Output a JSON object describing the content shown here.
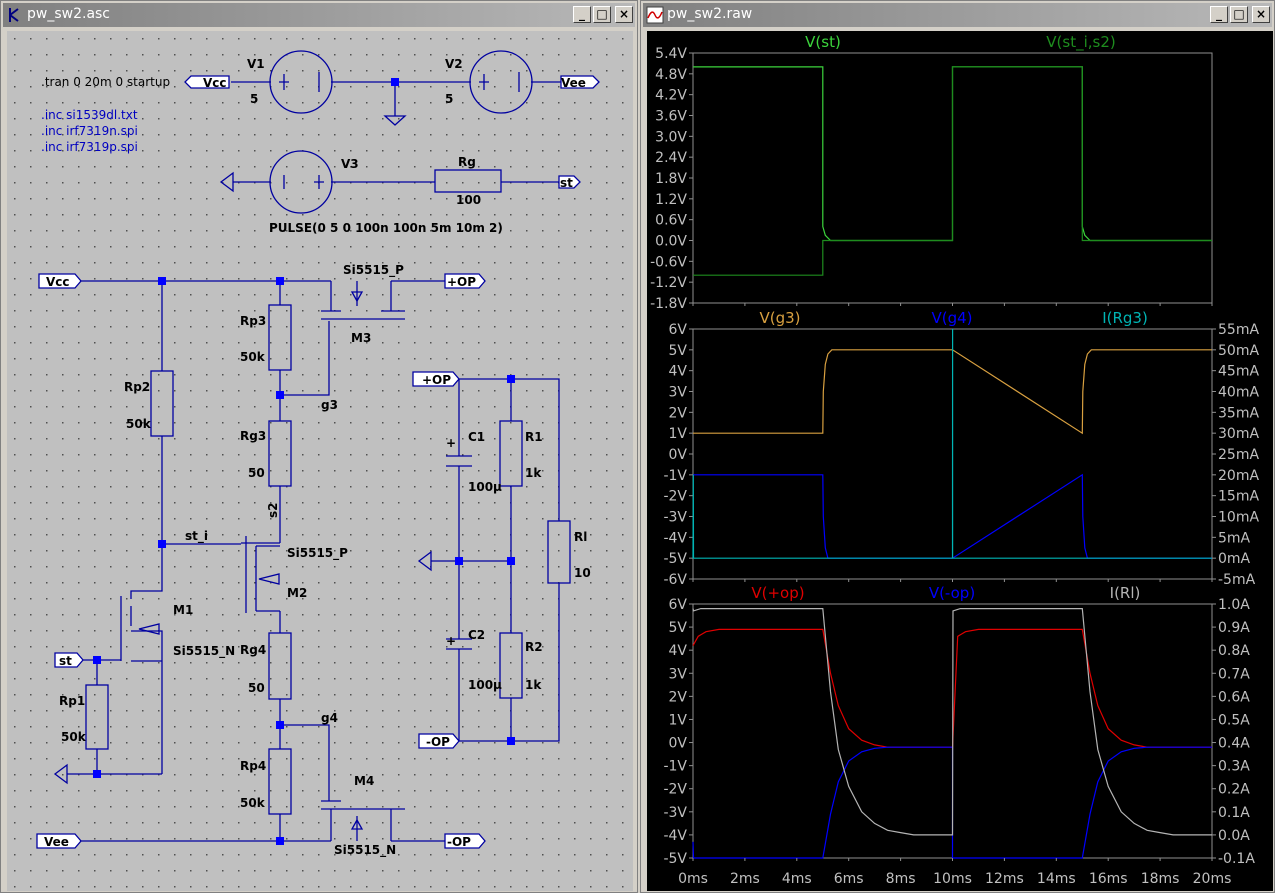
{
  "schematic_window": {
    "title": "pw_sw2.asc",
    "buttons": {
      "minimize": "_",
      "maximize": "□",
      "close": "×"
    },
    "directives": [
      ".tran 0 20m 0 startup"
    ],
    "includes": [
      ".inc si1539dl.txt",
      ".inc irf7319n.spi",
      ".inc irf7319p.spi"
    ],
    "labels": {
      "v1": "V1",
      "v1_val": "5",
      "v2": "V2",
      "v2_val": "5",
      "v3": "V3",
      "pulse": "PULSE(0 5 0 100n 100n 5m 10m 2)",
      "rg": "Rg",
      "rg_val": "100",
      "rp3": "Rp3",
      "rp3_val": "50k",
      "rp2": "Rp2",
      "rp2_val": "50k",
      "rg3": "Rg3",
      "rg3_val": "50",
      "rg4": "Rg4",
      "rg4_val": "50",
      "rp4": "Rp4",
      "rp4_val": "50k",
      "rp1": "Rp1",
      "rp1_val": "50k",
      "c1": "C1",
      "c1_val": "100µ",
      "c2": "C2",
      "c2_val": "100µ",
      "r1": "R1",
      "r1_val": "1k",
      "r2": "R2",
      "r2_val": "1k",
      "rl": "Rl",
      "rl_val": "10",
      "m1": "M1",
      "m1_type": "Si5515_N",
      "m2": "M2",
      "m2_type": "Si5515_P",
      "m3": "M3",
      "m3_type": "Si5515_P",
      "m4": "M4",
      "m4_type": "Si5515_N",
      "g3": "g3",
      "g4": "g4",
      "s2": "s2",
      "st_i": "st_i",
      "plus": "+"
    },
    "ports": {
      "vcc": "Vcc",
      "vee": "Vee",
      "st": "st",
      "plus_op": "+OP",
      "minus_op": "-OP"
    }
  },
  "waveform_window": {
    "title": "pw_sw2.raw",
    "buttons": {
      "minimize": "_",
      "maximize": "□",
      "close": "×"
    },
    "x_ticks": [
      "0ms",
      "2ms",
      "4ms",
      "6ms",
      "8ms",
      "10ms",
      "12ms",
      "14ms",
      "16ms",
      "18ms",
      "20ms"
    ]
  },
  "colors": {
    "wire": "#0000a0",
    "node": "#0000ff",
    "bright_green": "#3cd43c",
    "dark_green": "#1e8c1e",
    "orange": "#d8a040",
    "blue": "#0000ff",
    "cyan": "#00b4b4",
    "red": "#e00000",
    "grey": "#b4b4b4",
    "axis_text": "#c0c0c0"
  },
  "chart_data": [
    {
      "type": "line",
      "title": "",
      "series": [
        {
          "name": "V(st)",
          "color": "#3cd43c",
          "x": [
            0,
            5,
            5.001,
            5.1,
            5.3,
            10,
            10.001,
            15,
            15.001,
            15.1,
            15.3,
            20
          ],
          "values": [
            5,
            5,
            0.4,
            0.15,
            0,
            0,
            5,
            5,
            0.4,
            0.15,
            0,
            0
          ]
        },
        {
          "name": "V(st_i,s2)",
          "color": "#1e8c1e",
          "x": [
            0,
            5,
            5.001,
            10,
            10.001,
            15,
            15.001,
            20
          ],
          "values": [
            -1,
            -1,
            0,
            0,
            5,
            5,
            0,
            0
          ]
        }
      ],
      "yticks": [
        "5.4V",
        "4.8V",
        "4.2V",
        "3.6V",
        "3.0V",
        "2.4V",
        "1.8V",
        "1.2V",
        "0.6V",
        "0.0V",
        "-0.6V",
        "-1.2V",
        "-1.8V"
      ],
      "ylim": [
        -1.8,
        5.4
      ],
      "xlim": [
        0,
        20
      ]
    },
    {
      "type": "line",
      "title": "",
      "series": [
        {
          "name": "V(g3)",
          "color": "#d8a040",
          "x": [
            0,
            5,
            5.02,
            5.1,
            5.2,
            5.35,
            10,
            15,
            15.02,
            15.1,
            15.2,
            15.35,
            20
          ],
          "values": [
            1,
            1,
            3,
            4.3,
            4.8,
            5,
            5,
            1,
            3,
            4.3,
            4.8,
            5,
            5
          ]
        },
        {
          "name": "V(g4)",
          "color": "#0000ff",
          "x": [
            0,
            5,
            5.02,
            5.1,
            5.2,
            10,
            15,
            15.02,
            15.1,
            15.2,
            20
          ],
          "values": [
            -1,
            -1,
            -3,
            -4.5,
            -5,
            -5,
            -1,
            -3,
            -4.5,
            -5,
            -5
          ]
        },
        {
          "name": "I(Rg3)",
          "color": "#00b4b4",
          "axis": "right",
          "x": [
            0,
            0.01,
            0.02,
            10,
            10.002,
            10.003,
            20
          ],
          "values": [
            0,
            20,
            0,
            0,
            55,
            0,
            0
          ]
        }
      ],
      "yticks": [
        "6V",
        "5V",
        "4V",
        "3V",
        "2V",
        "1V",
        "0V",
        "-1V",
        "-2V",
        "-3V",
        "-4V",
        "-5V",
        "-6V"
      ],
      "yticks_right": [
        "55mA",
        "50mA",
        "45mA",
        "40mA",
        "35mA",
        "30mA",
        "25mA",
        "20mA",
        "15mA",
        "10mA",
        "5mA",
        "0mA",
        "-5mA"
      ],
      "ylim": [
        -6,
        6
      ],
      "ylim_right": [
        -5,
        55
      ],
      "xlim": [
        0,
        20
      ]
    },
    {
      "type": "line",
      "title": "",
      "series": [
        {
          "name": "V(+op)",
          "color": "#e00000",
          "x": [
            0,
            0.2,
            0.5,
            1,
            5,
            5.3,
            5.6,
            6,
            6.5,
            7,
            7.5,
            8,
            10,
            10.2,
            10.5,
            11,
            15,
            15.3,
            15.6,
            16,
            16.5,
            17,
            17.5,
            18,
            20
          ],
          "values": [
            4.2,
            4.6,
            4.8,
            4.9,
            4.9,
            3.0,
            1.6,
            0.6,
            0.1,
            -0.1,
            -0.2,
            -0.2,
            -0.2,
            4.6,
            4.8,
            4.9,
            4.9,
            3.0,
            1.6,
            0.6,
            0.1,
            -0.1,
            -0.2,
            -0.2,
            -0.2
          ]
        },
        {
          "name": "V(-op)",
          "color": "#0000ff",
          "x": [
            0,
            0.02,
            0.05,
            5,
            5.3,
            5.6,
            6,
            6.5,
            7,
            7.5,
            8,
            10,
            10.001,
            15,
            15.3,
            15.6,
            16,
            16.5,
            17,
            17.5,
            18,
            20
          ],
          "values": [
            -4.3,
            -5,
            -5,
            -5,
            -3.1,
            -1.7,
            -0.8,
            -0.4,
            -0.25,
            -0.2,
            -0.2,
            -0.2,
            -5,
            -5,
            -3.1,
            -1.7,
            -0.8,
            -0.4,
            -0.25,
            -0.2,
            -0.2,
            -0.2
          ]
        },
        {
          "name": "I(Rl)",
          "color": "#b4b4b4",
          "axis": "right",
          "x": [
            0,
            0.02,
            0.3,
            5,
            5.3,
            5.6,
            6,
            6.5,
            7,
            7.5,
            8,
            8.5,
            10,
            10.02,
            10.3,
            15,
            15.3,
            15.6,
            16,
            16.5,
            17,
            17.5,
            18,
            18.5,
            20
          ],
          "values": [
            0.98,
            0.97,
            0.98,
            0.98,
            0.62,
            0.37,
            0.21,
            0.1,
            0.05,
            0.02,
            0.01,
            0.0,
            0.0,
            0.97,
            0.98,
            0.98,
            0.62,
            0.37,
            0.21,
            0.1,
            0.05,
            0.02,
            0.01,
            0.0,
            0.0
          ]
        }
      ],
      "yticks": [
        "6V",
        "5V",
        "4V",
        "3V",
        "2V",
        "1V",
        "0V",
        "-1V",
        "-2V",
        "-3V",
        "-4V",
        "-5V"
      ],
      "yticks_right": [
        "1.0A",
        "0.9A",
        "0.8A",
        "0.7A",
        "0.6A",
        "0.5A",
        "0.4A",
        "0.3A",
        "0.2A",
        "0.1A",
        "0.0A",
        "-0.1A"
      ],
      "ylim": [
        -5,
        6
      ],
      "ylim_right": [
        -0.1,
        1.0
      ],
      "xlim": [
        0,
        20
      ]
    }
  ]
}
